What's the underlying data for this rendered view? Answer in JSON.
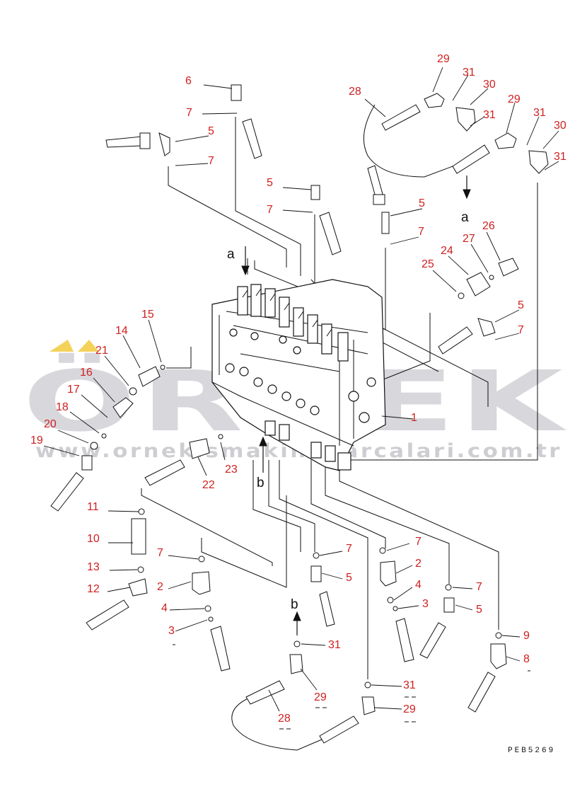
{
  "diagram": {
    "code": "PEB5269",
    "callouts": [
      {
        "id": "c6",
        "text": "6"
      },
      {
        "id": "c7a",
        "text": "7"
      },
      {
        "id": "c5a",
        "text": "5"
      },
      {
        "id": "c7b",
        "text": "7"
      },
      {
        "id": "c5b",
        "text": "5"
      },
      {
        "id": "c7c",
        "text": "7"
      },
      {
        "id": "c28a",
        "text": "28"
      },
      {
        "id": "c29a",
        "text": "29"
      },
      {
        "id": "c31a",
        "text": "31"
      },
      {
        "id": "c30a",
        "text": "30"
      },
      {
        "id": "c31b",
        "text": "31"
      },
      {
        "id": "c29b",
        "text": "29"
      },
      {
        "id": "c31c",
        "text": "31"
      },
      {
        "id": "c30b",
        "text": "30"
      },
      {
        "id": "c31d",
        "text": "31"
      },
      {
        "id": "c5c",
        "text": "5"
      },
      {
        "id": "c7d",
        "text": "7"
      },
      {
        "id": "c26",
        "text": "26"
      },
      {
        "id": "c27",
        "text": "27"
      },
      {
        "id": "c24",
        "text": "24"
      },
      {
        "id": "c25",
        "text": "25"
      },
      {
        "id": "c5d",
        "text": "5"
      },
      {
        "id": "c7e",
        "text": "7"
      },
      {
        "id": "c15",
        "text": "15"
      },
      {
        "id": "c14",
        "text": "14"
      },
      {
        "id": "c21",
        "text": "21"
      },
      {
        "id": "c16",
        "text": "16"
      },
      {
        "id": "c17",
        "text": "17"
      },
      {
        "id": "c18",
        "text": "18"
      },
      {
        "id": "c20",
        "text": "20"
      },
      {
        "id": "c19",
        "text": "19"
      },
      {
        "id": "c1",
        "text": "1"
      },
      {
        "id": "c23",
        "text": "23"
      },
      {
        "id": "c22",
        "text": "22"
      },
      {
        "id": "c11",
        "text": "11"
      },
      {
        "id": "c10",
        "text": "10"
      },
      {
        "id": "c13",
        "text": "13"
      },
      {
        "id": "c12",
        "text": "12"
      },
      {
        "id": "c7f",
        "text": "7"
      },
      {
        "id": "c2a",
        "text": "2"
      },
      {
        "id": "c4a",
        "text": "4"
      },
      {
        "id": "c3a",
        "text": "3"
      },
      {
        "id": "c7g",
        "text": "7"
      },
      {
        "id": "c5e",
        "text": "5"
      },
      {
        "id": "c7h",
        "text": "7"
      },
      {
        "id": "c2b",
        "text": "2"
      },
      {
        "id": "c4b",
        "text": "4"
      },
      {
        "id": "c3b",
        "text": "3"
      },
      {
        "id": "c7i",
        "text": "7"
      },
      {
        "id": "c5f",
        "text": "5"
      },
      {
        "id": "c9",
        "text": "9"
      },
      {
        "id": "c8",
        "text": "8"
      },
      {
        "id": "c31e",
        "text": "31"
      },
      {
        "id": "c29c",
        "text": "29"
      },
      {
        "id": "c28b",
        "text": "28"
      },
      {
        "id": "c31f",
        "text": "31"
      },
      {
        "id": "c29d",
        "text": "29"
      }
    ],
    "view_letters": [
      {
        "id": "la1",
        "text": "a"
      },
      {
        "id": "la2",
        "text": "a"
      },
      {
        "id": "lb1",
        "text": "b"
      },
      {
        "id": "lb2",
        "text": "b"
      }
    ]
  },
  "watermark": {
    "brand": "ÖRNEK",
    "url": "www.ornekismakinaparcalari.com.tr",
    "accent_color": "#f4d25a",
    "color": "#b8b8c0"
  },
  "colors": {
    "callout": "#d11f1f",
    "line": "#111111"
  }
}
